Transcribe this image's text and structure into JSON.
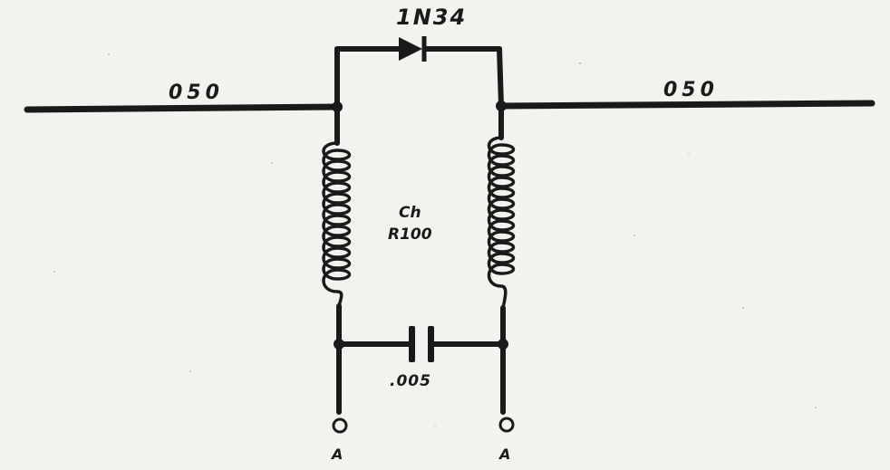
{
  "diagram": {
    "left_line_label": "050",
    "right_line_label": "050",
    "diode_label": "1N34",
    "choke_label_line1": "Ch",
    "choke_label_line2": "R100",
    "capacitor_label": ".005",
    "left_terminal_label": "A",
    "right_terminal_label": "A"
  },
  "colors": {
    "ink": "#1a1a1a",
    "paper": "#f2f2ef"
  }
}
